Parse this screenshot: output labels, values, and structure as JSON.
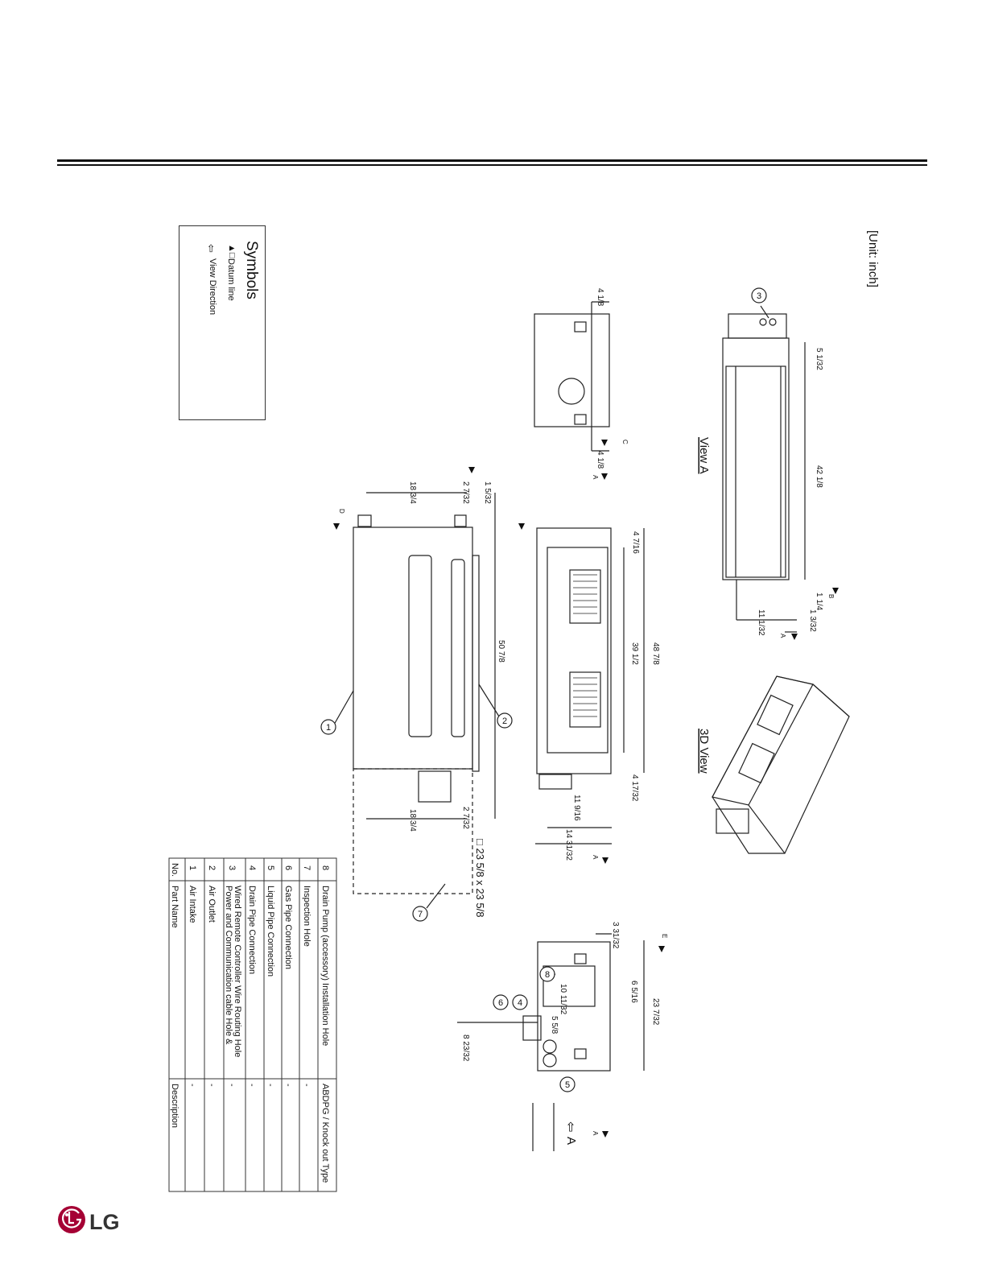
{
  "unit_label": "[Unit: inch]",
  "symbols": {
    "title": "Symbols",
    "datum_line": "Datum line",
    "view_direction": "View Direction"
  },
  "views": {
    "view_a": "View A",
    "view_3d": "3D View",
    "arrow_a": "A"
  },
  "opening": "□ 23 5/8 x 23 5/8",
  "callouts": [
    "1",
    "2",
    "3",
    "4",
    "5",
    "6",
    "7",
    "8"
  ],
  "datum_tags": [
    "A",
    "B",
    "C",
    "D",
    "E"
  ],
  "table": {
    "headers": {
      "no": "No.",
      "part": "Part Name",
      "desc": "Description"
    },
    "rows": [
      {
        "no": "1",
        "part": "Air Intake",
        "desc": "-"
      },
      {
        "no": "2",
        "part": "Air Outlet",
        "desc": "-"
      },
      {
        "no": "3",
        "part": "Power and Communication cable Hole &",
        "part2": "Wired Remote Controller Wire Routing Hole",
        "desc": "-"
      },
      {
        "no": "4",
        "part": "Drain Pipe Connection",
        "desc": "-"
      },
      {
        "no": "5",
        "part": "Liquid Pipe Connection",
        "desc": "-"
      },
      {
        "no": "6",
        "part": "Gas Pipe Connection",
        "desc": "-"
      },
      {
        "no": "7",
        "part": "Inspection Hole",
        "desc": "-"
      },
      {
        "no": "8",
        "part": "Drain Pump (accessory) Installation Hole",
        "desc": "ABDPG / Knock out Type"
      }
    ]
  },
  "dims": {
    "d1": "4 1/8",
    "d2": "5 1/32",
    "d3": "42 1/8",
    "d4": "1 1/4",
    "d5": "11 1/32",
    "d6": "1 3/32",
    "d7": "4 7/16",
    "d8": "39 1/2",
    "d9": "48 7/8",
    "d10": "4 17/32",
    "d11": "11 9/16",
    "d12": "14 31/32",
    "d13": "18 3/4",
    "d14": "2 7/32",
    "d15": "1 5/32",
    "d16": "50 7/8",
    "d17": "3 31/32",
    "d18": "10 11/32",
    "d19": "5 5/8",
    "d20": "6 5/16",
    "d21": "23 7/32",
    "d22": "8 23/32"
  },
  "brand": "LG"
}
